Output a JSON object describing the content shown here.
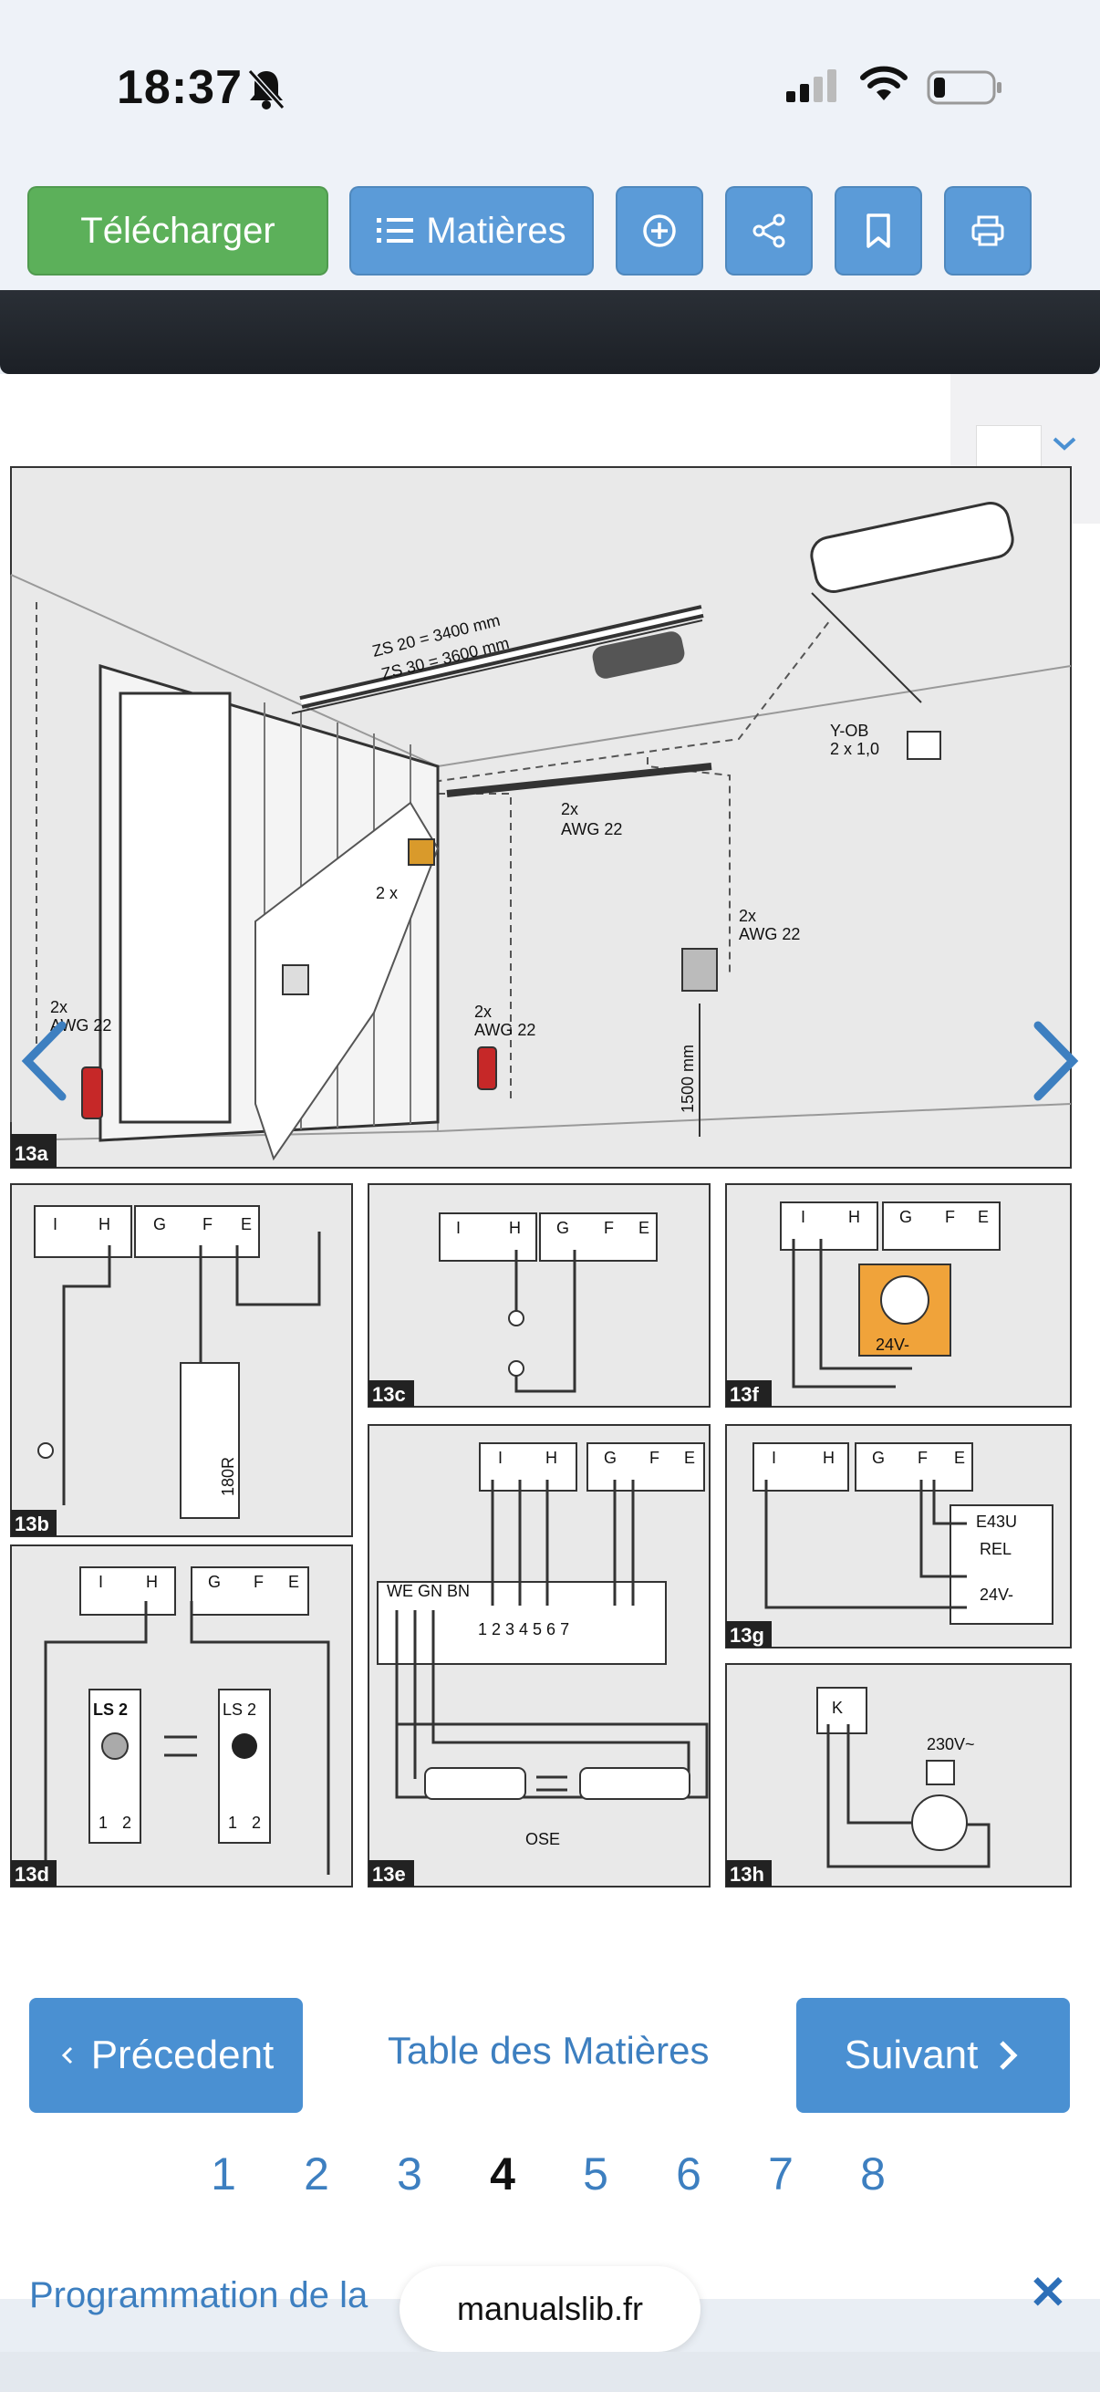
{
  "status_bar": {
    "time": "18:37"
  },
  "toolbar": {
    "download_label": "Télécharger",
    "contents_label": "Matières"
  },
  "diagram": {
    "panels": [
      "13a",
      "13b",
      "13c",
      "13d",
      "13e",
      "13f",
      "13g",
      "13h"
    ],
    "labels": {
      "zs20": "ZS 20 = 3400 mm",
      "zs30": "ZS 30 = 3600 mm",
      "yob": "Y-OB",
      "yob_spec": "2 x 1,0",
      "two_x": "2x",
      "awg": "AWG 22",
      "two_x_space": "2 x",
      "height": "1500 mm",
      "terminal_i": "I",
      "terminal_h": "H",
      "terminal_g": "G",
      "terminal_f": "F",
      "terminal_e": "E",
      "r180": "180R",
      "v24": "24V-",
      "e43u": "E43U",
      "rel": "REL",
      "ls2": "LS 2",
      "wegnbn": "WE GN BN",
      "nums": "1 2 3 4 5 6 7",
      "ose": "OSE",
      "k": "K",
      "v230": "230V~",
      "one": "1",
      "two": "2"
    }
  },
  "navigation": {
    "prev_label": "Précedent",
    "next_label": "Suivant",
    "toc_label": "Table des Matières",
    "pages": [
      "1",
      "2",
      "3",
      "4",
      "5",
      "6",
      "7",
      "8"
    ],
    "current_page": "4"
  },
  "footer": {
    "link_text": "Programmation de la",
    "site": "manualslib.fr",
    "close": "✕"
  }
}
